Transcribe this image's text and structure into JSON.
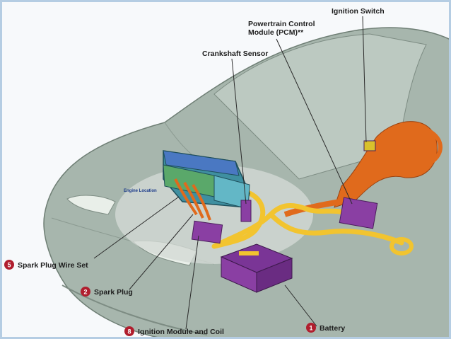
{
  "colors": {
    "car_body": "#a7b6ad",
    "engine_block": "#3f8fa0",
    "harness": "#f2c42f",
    "steering": "#e06a1c",
    "component": "#8a3fa3",
    "badge": "#b01e2e"
  },
  "labels": {
    "ignition_switch": "Ignition Switch",
    "pcm_line1": "Powertrain Control",
    "pcm_line2": "Module (PCM)**",
    "crankshaft_sensor": "Crankshaft Sensor",
    "engine_location": "Engine Location",
    "spark_plug_wire_set": "Spark Plug Wire Set",
    "spark_plug": "Spark Plug",
    "ignition_module": "Ignition Module and Coil",
    "battery": "Battery"
  },
  "badges": {
    "spark_plug_wire_set": "5",
    "spark_plug": "2",
    "ignition_module": "8",
    "battery": "1"
  }
}
